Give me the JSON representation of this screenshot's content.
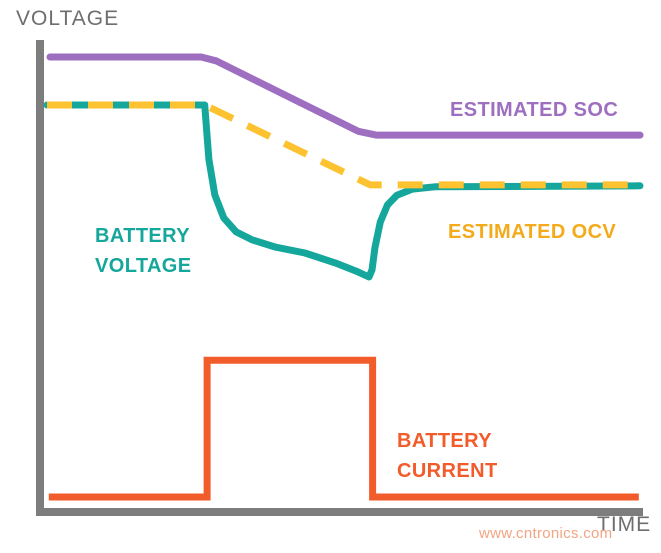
{
  "chart_data": {
    "type": "line",
    "title": "",
    "xlabel": "TIME",
    "ylabel": "VOLTAGE",
    "axes": {
      "color": "#7d7d7d",
      "label_color": "#6e6e6e",
      "numeric_ticks": false,
      "units": "arbitrary (conceptual illustration)",
      "x_range": [
        0,
        100
      ],
      "y_range": [
        0,
        100
      ],
      "grid": false
    },
    "legend_position": "inline-annotations",
    "series": [
      {
        "id": "battery-voltage",
        "name": "BATTERY VOLTAGE",
        "color": "#16a79c",
        "style": "solid",
        "points": [
          [
            0,
            86.6
          ],
          [
            26.6,
            86.6
          ],
          [
            27.3,
            75
          ],
          [
            28.3,
            67.5
          ],
          [
            29.8,
            62.6
          ],
          [
            31.9,
            59.6
          ],
          [
            34.6,
            57.9
          ],
          [
            38.4,
            56.4
          ],
          [
            43.5,
            55.1
          ],
          [
            48.6,
            53
          ],
          [
            52.4,
            51.1
          ],
          [
            54.3,
            50
          ],
          [
            54.8,
            51.5
          ],
          [
            55.3,
            56.2
          ],
          [
            56.2,
            61.7
          ],
          [
            57.4,
            65.3
          ],
          [
            59,
            67.4
          ],
          [
            61.6,
            68.7
          ],
          [
            65.4,
            69.2
          ],
          [
            100,
            69.4
          ]
        ]
      },
      {
        "id": "estimated-soc",
        "name": "ESTIMATED SOC",
        "color": "#9e6ec0",
        "style": "solid",
        "points": [
          [
            0.5,
            96.8
          ],
          [
            26,
            96.8
          ],
          [
            28.5,
            96
          ],
          [
            52.5,
            81
          ],
          [
            55.5,
            80.2
          ],
          [
            100,
            80.2
          ]
        ]
      },
      {
        "id": "estimated-ocv",
        "name": "ESTIMATED OCV",
        "color": "#fdc230",
        "style": "dashed",
        "points": [
          [
            0,
            86.6
          ],
          [
            26.6,
            86.6
          ],
          [
            54.5,
            69.6
          ],
          [
            100,
            69.6
          ]
        ]
      },
      {
        "id": "battery-current",
        "name": "BATTERY CURRENT",
        "color": "#f25b2a",
        "style": "solid",
        "points": [
          [
            0.3,
            3.2
          ],
          [
            27,
            3.2
          ],
          [
            27,
            32.3
          ],
          [
            54.9,
            32.3
          ],
          [
            54.9,
            3.2
          ],
          [
            99.8,
            3.2
          ]
        ]
      }
    ],
    "annotations": [
      {
        "id": "estimated-soc-label",
        "text": "ESTIMATED SOC",
        "color": "#9e6ec0"
      },
      {
        "id": "estimated-ocv-label",
        "text": "ESTIMATED OCV",
        "color": "#f3ab1c"
      },
      {
        "id": "battery-voltage-label",
        "text": "BATTERY\nVOLTAGE",
        "color": "#16a79c"
      },
      {
        "id": "battery-current-label",
        "text": "BATTERY\nCURRENT",
        "color": "#f25b2a"
      }
    ]
  },
  "watermark": {
    "text": "www.cntronics.com",
    "color": "#f2a583"
  }
}
